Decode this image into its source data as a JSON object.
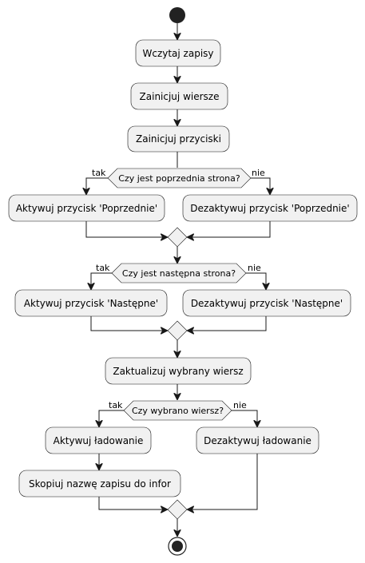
{
  "actions": {
    "load_records": "Wczytaj zapisy",
    "init_rows": "Zainicjuj wiersze",
    "init_buttons": "Zainicjuj przyciski",
    "prev_on": "Aktywuj przycisk 'Poprzednie'",
    "prev_off": "Dezaktywuj przycisk 'Poprzednie'",
    "next_on": "Aktywuj przycisk 'Następne'",
    "next_off": "Dezaktywuj przycisk 'Następne'",
    "update_row": "Zaktualizuj wybrany wiersz",
    "load_on": "Aktywuj ładowanie",
    "load_off": "Dezaktywuj ładowanie",
    "copy_name": "Skopiuj nazwę zapisu do infor"
  },
  "decisions": {
    "prev_page": {
      "question": "Czy jest poprzednia strona?",
      "yes": "tak",
      "no": "nie"
    },
    "next_page": {
      "question": "Czy jest następna strona?",
      "yes": "tak",
      "no": "nie"
    },
    "row_selected": {
      "question": "Czy wybrano wiersz?",
      "yes": "tak",
      "no": "nie"
    }
  }
}
